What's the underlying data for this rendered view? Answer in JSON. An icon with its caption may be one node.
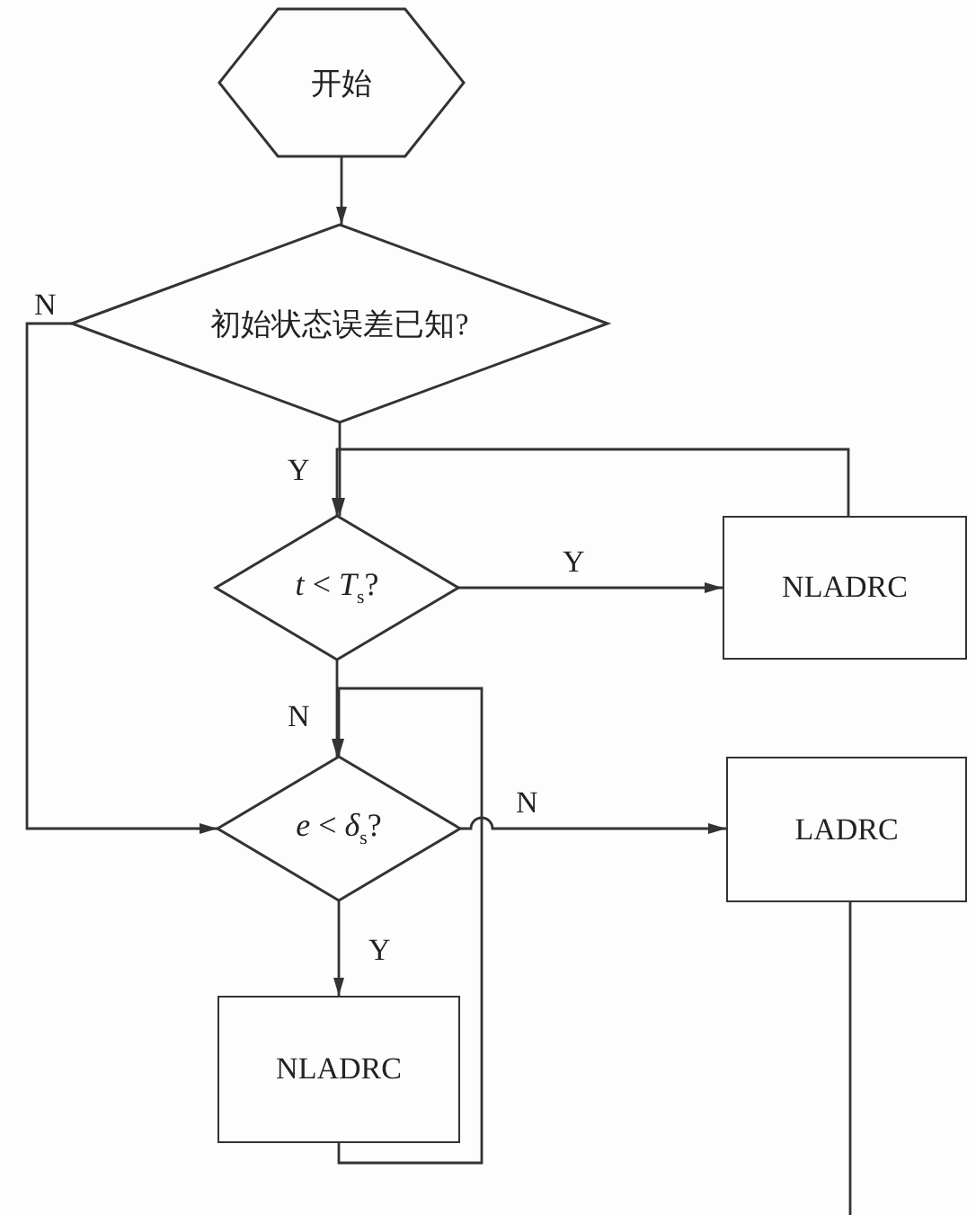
{
  "diagram": {
    "nodes": [
      {
        "text": [
          "开始"
        ]
      },
      {
        "text": [
          "初始状态误差已知?"
        ]
      },
      {
        "text": [
          "*t* < *T*$_{s}$?"
        ]
      },
      {
        "text": [
          "NLADRC"
        ]
      },
      {
        "text": [
          "*e* < *δ*$_{s}$?"
        ]
      },
      {
        "text": [
          "LADRC"
        ]
      },
      {
        "text": [
          "NLADRC"
        ]
      }
    ],
    "edges": [
      {
        "from": 0,
        "to": 1,
        "arrow": "to"
      },
      {
        "from": 1,
        "to": 2,
        "arrow": "to",
        "label": "Y"
      },
      {
        "from": 1,
        "to": 4,
        "arrow": "to",
        "label": "N"
      },
      {
        "from": 2,
        "to": 3,
        "arrow": "to",
        "label": "Y"
      },
      {
        "from": 3,
        "to": 2,
        "arrow": "to"
      },
      {
        "from": 2,
        "to": 4,
        "arrow": "to",
        "label": "N"
      },
      {
        "from": 4,
        "to": 5,
        "arrow": "to",
        "label": "N"
      },
      {
        "from": 4,
        "to": 6,
        "arrow": "to",
        "label": "Y"
      },
      {
        "from": 6,
        "to": 4,
        "arrow": "to"
      },
      {
        "from": 5,
        "to": null,
        "arrow": "none"
      }
    ]
  }
}
